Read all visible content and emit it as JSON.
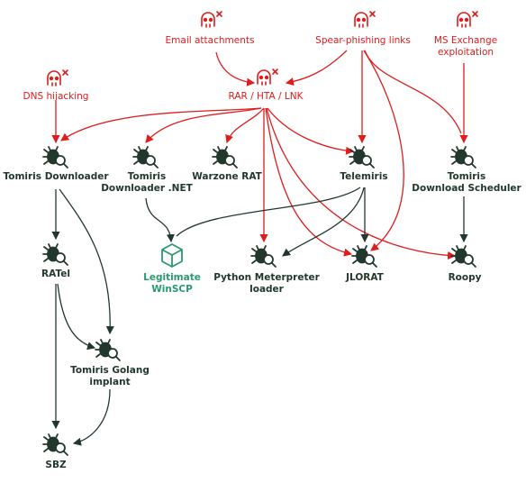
{
  "colors": {
    "attack": "#e01c1c",
    "malware": "#22382c",
    "legit": "#2a9a6e"
  },
  "vectors": {
    "email": {
      "label": "Email attachments",
      "icon": "skull-x-icon"
    },
    "spear": {
      "label": "Spear-phishing links",
      "icon": "skull-x-icon"
    },
    "msex": {
      "label_line1": "MS Exchange",
      "label_line2": "exploitation",
      "icon": "skull-x-icon"
    },
    "dns": {
      "label": "DNS hijacking",
      "icon": "skull-x-icon"
    },
    "rar": {
      "label": "RAR / HTA / LNK",
      "icon": "skull-x-icon"
    }
  },
  "nodes": {
    "tomiris_downloader": {
      "label": "Tomiris Downloader",
      "icon": "bug-magnifier-icon"
    },
    "downloader_net": {
      "label_line1": "Tomiris",
      "label_line2": "Downloader .NET",
      "icon": "bug-magnifier-icon"
    },
    "warzone": {
      "label": "Warzone RAT",
      "icon": "bug-magnifier-icon"
    },
    "telemiris": {
      "label": "Telemiris",
      "icon": "bug-magnifier-icon"
    },
    "download_scheduler": {
      "label_line1": "Tomiris",
      "label_line2": "Download Scheduler",
      "icon": "bug-magnifier-icon"
    },
    "ratel": {
      "label": "RATel",
      "icon": "bug-magnifier-icon"
    },
    "winscp": {
      "label_line1": "Legitimate",
      "label_line2": "WinSCP",
      "icon": "box-icon"
    },
    "python_meterpreter": {
      "label_line1": "Python Meterpreter",
      "label_line2": "loader",
      "icon": "bug-magnifier-icon"
    },
    "jlorat": {
      "label": "JLORAT",
      "icon": "bug-magnifier-icon"
    },
    "roopy": {
      "label": "Roopy",
      "icon": "bug-magnifier-icon"
    },
    "golang": {
      "label_line1": "Tomiris Golang",
      "label_line2": "implant",
      "icon": "bug-magnifier-icon"
    },
    "sbz": {
      "label": "SBZ",
      "icon": "bug-magnifier-icon"
    }
  }
}
